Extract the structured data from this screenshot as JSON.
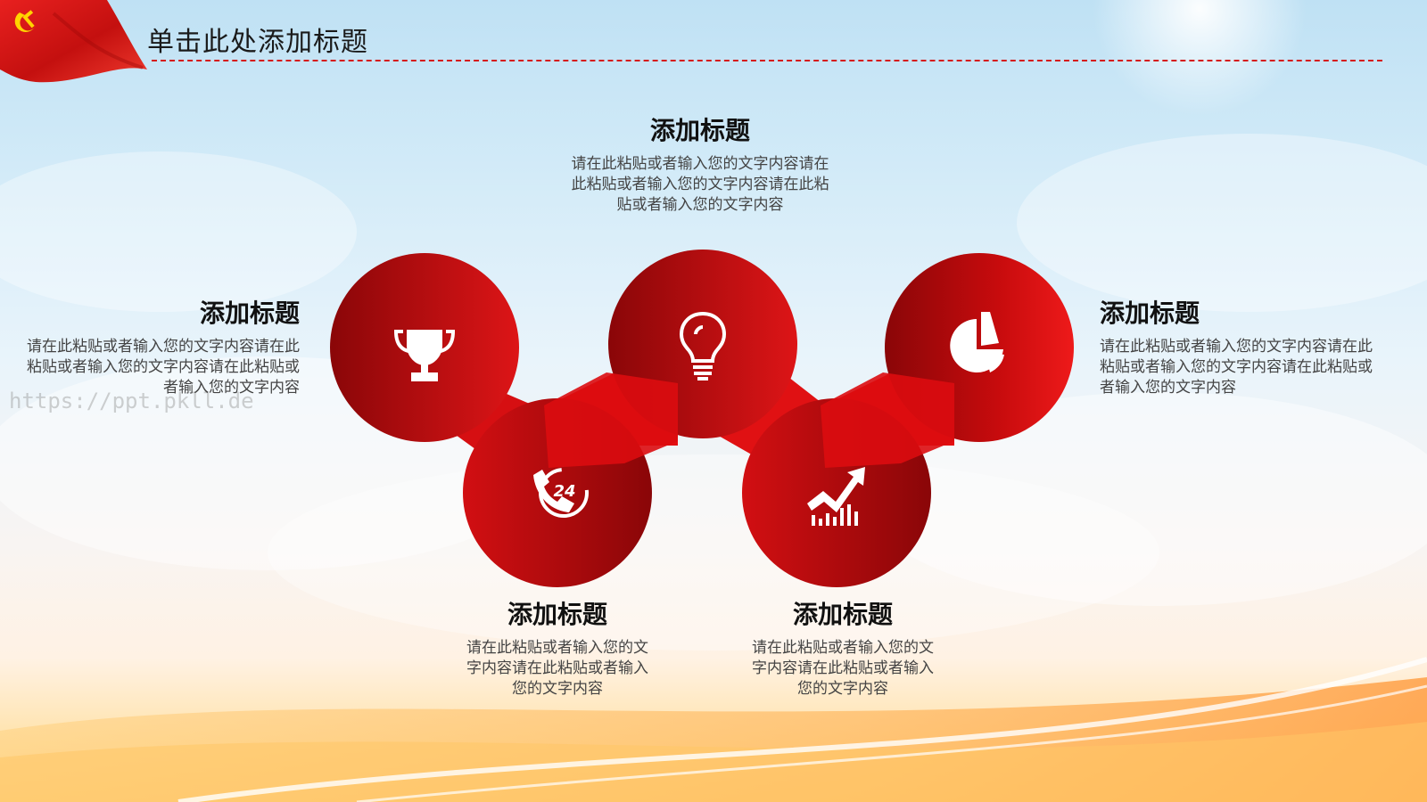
{
  "slide": {
    "title": "单击此处添加标题",
    "watermark": "https://ppt.pkll.de"
  },
  "items": [
    {
      "heading": "添加标题",
      "text": "请在此粘贴或者输入您的文字内容请在此粘贴或者输入您的文字内容请在此粘贴或者输入您的文字内容"
    },
    {
      "heading": "添加标题",
      "text": "请在此粘贴或者输入您的文字内容请在此粘贴或者输入您的文字内容请在此粘贴或者输入您的文字内容"
    },
    {
      "heading": "添加标题",
      "text": "请在此粘贴或者输入您的文字内容请在此粘贴或者输入您的文字内容请在此粘贴或者输入您的文字内容"
    },
    {
      "heading": "添加标题",
      "text": "请在此粘贴或者输入您的文字内容请在此粘贴或者输入您的文字内容"
    },
    {
      "heading": "添加标题",
      "text": "请在此粘贴或者输入您的文字内容请在此粘贴或者输入您的文字内容"
    }
  ],
  "icons": [
    "trophy-icon",
    "bulb-icon",
    "pie-chart-icon",
    "phone-24-icon",
    "trend-chart-icon"
  ],
  "icon_text": {
    "phone_24": "24"
  },
  "colors": {
    "accent": "#d51b1b",
    "dark_red": "#8c0a0a",
    "bright_red": "#e60000"
  }
}
